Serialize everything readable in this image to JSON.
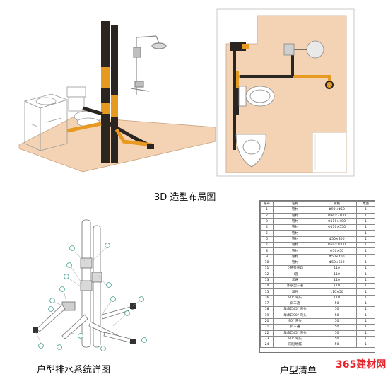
{
  "captions": {
    "layout_3d": "3D  造型布局图",
    "drain_detail": "户型排水系统详图",
    "bill_list": "户型清单"
  },
  "watermark": {
    "number": "365",
    "text": "建材网"
  },
  "colors": {
    "floor": "#f3d3b3",
    "pipe_dark": "#2a2520",
    "pipe_orange": "#e79a21",
    "outline": "#9a9a9a",
    "label_circle": "#3a9a8a"
  },
  "bom": {
    "headers": [
      "编号",
      "名称",
      "规格",
      "数量"
    ],
    "rows": [
      [
        "1",
        "管材",
        "Φ90×Φ50",
        "1"
      ],
      [
        "2",
        "管材",
        "Φ90×2100",
        "1"
      ],
      [
        "3",
        "管材",
        "Φ110×400",
        "1"
      ],
      [
        "4",
        "管材",
        "Φ110×550",
        "1"
      ],
      [
        "5",
        "管材",
        "",
        "1"
      ],
      [
        "6",
        "管材",
        "Φ50×300",
        "1"
      ],
      [
        "7",
        "管材",
        "Φ50×1000",
        "1"
      ],
      [
        "8",
        "管材",
        "Φ50×50",
        "1"
      ],
      [
        "9",
        "管材",
        "Φ50×400",
        "1"
      ],
      [
        "10",
        "管材",
        "Φ50×600",
        "1"
      ],
      [
        "11",
        "立管检查口",
        "110",
        "1"
      ],
      [
        "12",
        "H管",
        "110",
        "1"
      ],
      [
        "13",
        "三通",
        "110",
        "1"
      ],
      [
        "14",
        "加长型三通",
        "110",
        "1"
      ],
      [
        "15",
        "异径",
        "110×50",
        "1"
      ],
      [
        "16",
        "90° 弯头",
        "110",
        "1"
      ],
      [
        "17",
        "斜三通",
        "50",
        "1"
      ],
      [
        "18",
        "单承口45° 弯头",
        "50",
        "1"
      ],
      [
        "19",
        "单承口90° 弯头",
        "50",
        "1"
      ],
      [
        "20",
        "90° 弯头",
        "50",
        "1"
      ],
      [
        "21",
        "斜三通",
        "50",
        "1"
      ],
      [
        "22",
        "单承口45° 弯头",
        "50",
        "1"
      ],
      [
        "23",
        "90° 弯头",
        "50",
        "1"
      ],
      [
        "24",
        "同层地漏",
        "50",
        "1"
      ]
    ]
  }
}
